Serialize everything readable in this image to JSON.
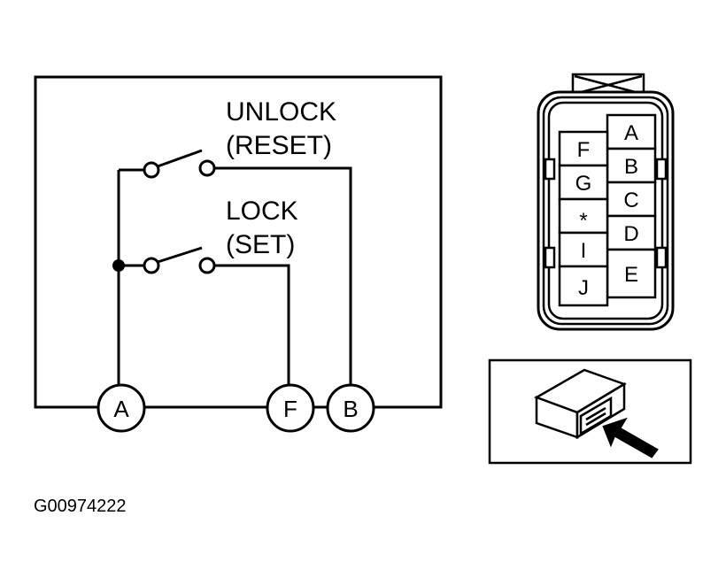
{
  "schematic": {
    "switch_unlock": {
      "line1": "UNLOCK",
      "line2": "(RESET)"
    },
    "switch_lock": {
      "line1": "LOCK",
      "line2": "(SET)"
    },
    "terminals": [
      "A",
      "F",
      "B"
    ]
  },
  "connector": {
    "left_column": [
      "F",
      "G",
      "*",
      "I",
      "J"
    ],
    "right_column": [
      "A",
      "B",
      "C",
      "D",
      "E"
    ]
  },
  "figure_id": "G00974222"
}
